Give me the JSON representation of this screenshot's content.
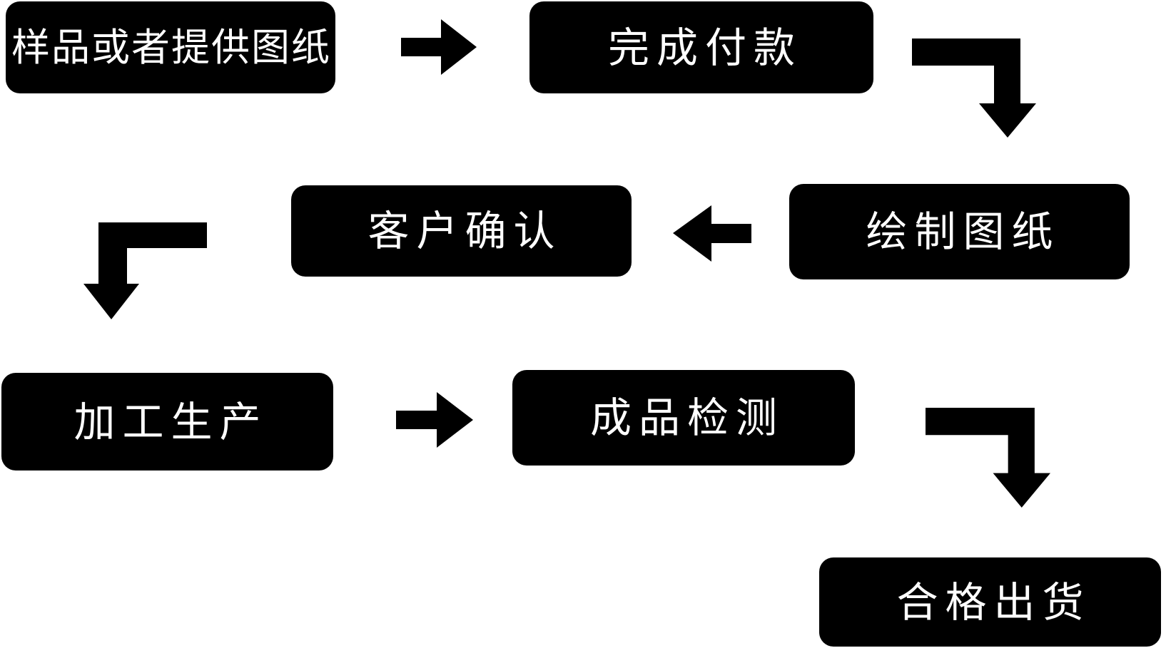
{
  "flowchart": {
    "background_color": "#ffffff",
    "node_fill_color": "#000000",
    "node_text_color": "#ffffff",
    "arrow_color": "#000000",
    "nodes": [
      {
        "id": "sample-or-provide-drawing",
        "label": "样品或者提供图纸"
      },
      {
        "id": "complete-payment",
        "label": "完成付款"
      },
      {
        "id": "draw-drawing",
        "label": "绘制图纸"
      },
      {
        "id": "customer-confirmation",
        "label": "客户确认"
      },
      {
        "id": "processing-production",
        "label": "加工生产"
      },
      {
        "id": "product-inspection",
        "label": "成品检测"
      },
      {
        "id": "qualified-shipment",
        "label": "合格出货"
      }
    ],
    "connections": [
      {
        "from": "样品或者提供图纸",
        "to": "完成付款",
        "shape": "arrow-right"
      },
      {
        "from": "完成付款",
        "to": "绘制图纸",
        "shape": "elbow-right-down"
      },
      {
        "from": "绘制图纸",
        "to": "客户确认",
        "shape": "arrow-left"
      },
      {
        "from": "客户确认",
        "to": "加工生产",
        "shape": "elbow-left-down"
      },
      {
        "from": "加工生产",
        "to": "成品检测",
        "shape": "arrow-right"
      },
      {
        "from": "成品检测",
        "to": "合格出货",
        "shape": "elbow-right-down"
      }
    ]
  }
}
